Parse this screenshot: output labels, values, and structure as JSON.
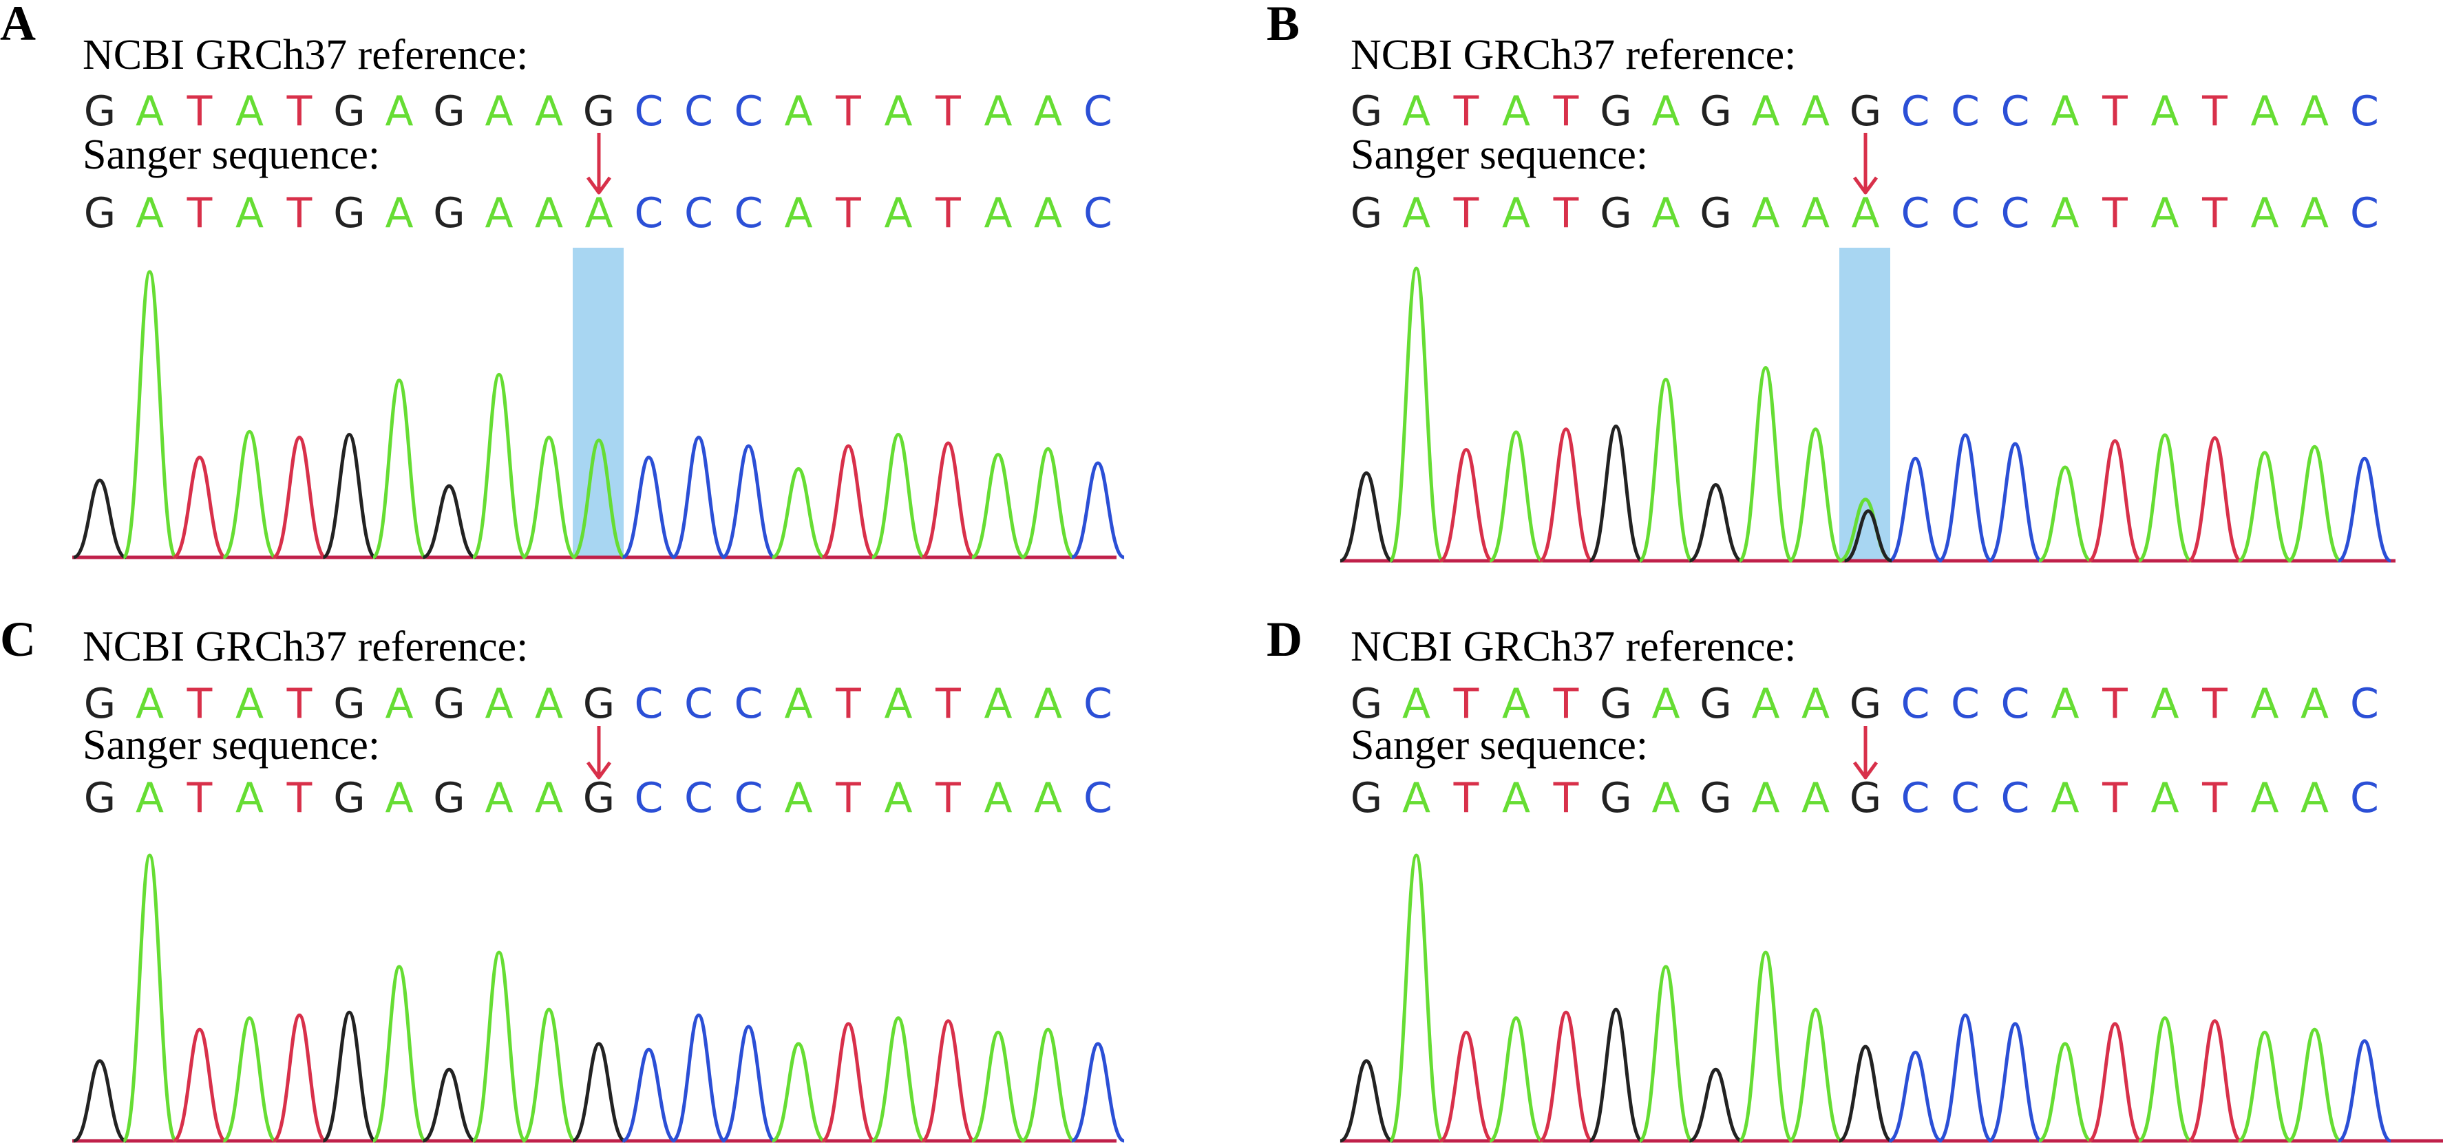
{
  "colors": {
    "A": "#66dd33",
    "T": "#d8304a",
    "G": "#222222",
    "C": "#2b4fd6",
    "arrow": "#d8304a",
    "highlight": "#a8d6f2",
    "baseline": "#c0204a"
  },
  "panels": [
    {
      "label": "A",
      "reference_title": "NCBI GRCh37 reference:",
      "sanger_title": "Sanger sequence:",
      "reference_bases": [
        "G",
        "A",
        "T",
        "A",
        "T",
        "G",
        "A",
        "G",
        "A",
        "A",
        "G",
        "C",
        "C",
        "C",
        "A",
        "T",
        "A",
        "T",
        "A",
        "A",
        "C"
      ],
      "sanger_bases": [
        "G",
        "A",
        "T",
        "A",
        "T",
        "G",
        "A",
        "G",
        "A",
        "A",
        "A",
        "C",
        "C",
        "C",
        "A",
        "T",
        "A",
        "T",
        "A",
        "A",
        "C"
      ],
      "variant_index": 10,
      "highlight": true,
      "peaks": [
        {
          "base": "G",
          "height": 0.27
        },
        {
          "base": "A",
          "height": 1.0
        },
        {
          "base": "T",
          "height": 0.35
        },
        {
          "base": "A",
          "height": 0.44
        },
        {
          "base": "T",
          "height": 0.42
        },
        {
          "base": "G",
          "height": 0.43
        },
        {
          "base": "A",
          "height": 0.62
        },
        {
          "base": "G",
          "height": 0.25
        },
        {
          "base": "A",
          "height": 0.64
        },
        {
          "base": "A",
          "height": 0.42
        },
        {
          "base": "A",
          "height": 0.41
        },
        {
          "base": "C",
          "height": 0.35
        },
        {
          "base": "C",
          "height": 0.42
        },
        {
          "base": "C",
          "height": 0.39
        },
        {
          "base": "A",
          "height": 0.31
        },
        {
          "base": "T",
          "height": 0.39
        },
        {
          "base": "A",
          "height": 0.43
        },
        {
          "base": "T",
          "height": 0.4
        },
        {
          "base": "A",
          "height": 0.36
        },
        {
          "base": "A",
          "height": 0.38
        },
        {
          "base": "C",
          "height": 0.33
        }
      ],
      "minor_peaks": []
    },
    {
      "label": "B",
      "reference_title": "NCBI GRCh37 reference:",
      "sanger_title": "Sanger sequence:",
      "reference_bases": [
        "G",
        "A",
        "T",
        "A",
        "T",
        "G",
        "A",
        "G",
        "A",
        "A",
        "G",
        "C",
        "C",
        "C",
        "A",
        "T",
        "A",
        "T",
        "A",
        "A",
        "C"
      ],
      "sanger_bases": [
        "G",
        "A",
        "T",
        "A",
        "T",
        "G",
        "A",
        "G",
        "A",
        "A",
        "A",
        "C",
        "C",
        "C",
        "A",
        "T",
        "A",
        "T",
        "A",
        "A",
        "C"
      ],
      "variant_index": 10,
      "highlight": true,
      "peaks": [
        {
          "base": "G",
          "height": 0.3
        },
        {
          "base": "A",
          "height": 1.0
        },
        {
          "base": "T",
          "height": 0.38
        },
        {
          "base": "A",
          "height": 0.44
        },
        {
          "base": "T",
          "height": 0.45
        },
        {
          "base": "G",
          "height": 0.46
        },
        {
          "base": "A",
          "height": 0.62
        },
        {
          "base": "G",
          "height": 0.26
        },
        {
          "base": "A",
          "height": 0.66
        },
        {
          "base": "A",
          "height": 0.45
        },
        {
          "base": "A",
          "height": 0.21
        },
        {
          "base": "C",
          "height": 0.35
        },
        {
          "base": "C",
          "height": 0.43
        },
        {
          "base": "C",
          "height": 0.4
        },
        {
          "base": "A",
          "height": 0.32
        },
        {
          "base": "T",
          "height": 0.41
        },
        {
          "base": "A",
          "height": 0.43
        },
        {
          "base": "T",
          "height": 0.42
        },
        {
          "base": "A",
          "height": 0.37
        },
        {
          "base": "A",
          "height": 0.39
        },
        {
          "base": "C",
          "height": 0.35
        }
      ],
      "minor_peaks": [
        {
          "index": 10,
          "base": "G",
          "height": 0.17
        }
      ]
    },
    {
      "label": "C",
      "reference_title": "NCBI GRCh37 reference:",
      "sanger_title": "Sanger sequence:",
      "reference_bases": [
        "G",
        "A",
        "T",
        "A",
        "T",
        "G",
        "A",
        "G",
        "A",
        "A",
        "G",
        "C",
        "C",
        "C",
        "A",
        "T",
        "A",
        "T",
        "A",
        "A",
        "C"
      ],
      "sanger_bases": [
        "G",
        "A",
        "T",
        "A",
        "T",
        "G",
        "A",
        "G",
        "A",
        "A",
        "G",
        "C",
        "C",
        "C",
        "A",
        "T",
        "A",
        "T",
        "A",
        "A",
        "C"
      ],
      "variant_index": 10,
      "highlight": false,
      "peaks": [
        {
          "base": "G",
          "height": 0.28
        },
        {
          "base": "A",
          "height": 1.0
        },
        {
          "base": "T",
          "height": 0.39
        },
        {
          "base": "A",
          "height": 0.43
        },
        {
          "base": "T",
          "height": 0.44
        },
        {
          "base": "G",
          "height": 0.45
        },
        {
          "base": "A",
          "height": 0.61
        },
        {
          "base": "G",
          "height": 0.25
        },
        {
          "base": "A",
          "height": 0.66
        },
        {
          "base": "A",
          "height": 0.46
        },
        {
          "base": "G",
          "height": 0.34
        },
        {
          "base": "C",
          "height": 0.32
        },
        {
          "base": "C",
          "height": 0.44
        },
        {
          "base": "C",
          "height": 0.4
        },
        {
          "base": "A",
          "height": 0.34
        },
        {
          "base": "T",
          "height": 0.41
        },
        {
          "base": "A",
          "height": 0.43
        },
        {
          "base": "T",
          "height": 0.42
        },
        {
          "base": "A",
          "height": 0.38
        },
        {
          "base": "A",
          "height": 0.39
        },
        {
          "base": "C",
          "height": 0.34
        }
      ],
      "minor_peaks": []
    },
    {
      "label": "D",
      "reference_title": "NCBI GRCh37 reference:",
      "sanger_title": "Sanger sequence:",
      "reference_bases": [
        "G",
        "A",
        "T",
        "A",
        "T",
        "G",
        "A",
        "G",
        "A",
        "A",
        "G",
        "C",
        "C",
        "C",
        "A",
        "T",
        "A",
        "T",
        "A",
        "A",
        "C"
      ],
      "sanger_bases": [
        "G",
        "A",
        "T",
        "A",
        "T",
        "G",
        "A",
        "G",
        "A",
        "A",
        "G",
        "C",
        "C",
        "C",
        "A",
        "T",
        "A",
        "T",
        "A",
        "A",
        "C"
      ],
      "variant_index": 10,
      "highlight": false,
      "peaks": [
        {
          "base": "G",
          "height": 0.28
        },
        {
          "base": "A",
          "height": 1.0
        },
        {
          "base": "T",
          "height": 0.38
        },
        {
          "base": "A",
          "height": 0.43
        },
        {
          "base": "T",
          "height": 0.45
        },
        {
          "base": "G",
          "height": 0.46
        },
        {
          "base": "A",
          "height": 0.61
        },
        {
          "base": "G",
          "height": 0.25
        },
        {
          "base": "A",
          "height": 0.66
        },
        {
          "base": "A",
          "height": 0.46
        },
        {
          "base": "G",
          "height": 0.33
        },
        {
          "base": "C",
          "height": 0.31
        },
        {
          "base": "C",
          "height": 0.44
        },
        {
          "base": "C",
          "height": 0.41
        },
        {
          "base": "A",
          "height": 0.34
        },
        {
          "base": "T",
          "height": 0.41
        },
        {
          "base": "A",
          "height": 0.43
        },
        {
          "base": "T",
          "height": 0.42
        },
        {
          "base": "A",
          "height": 0.38
        },
        {
          "base": "A",
          "height": 0.39
        },
        {
          "base": "C",
          "height": 0.35
        }
      ],
      "minor_peaks": []
    }
  ]
}
